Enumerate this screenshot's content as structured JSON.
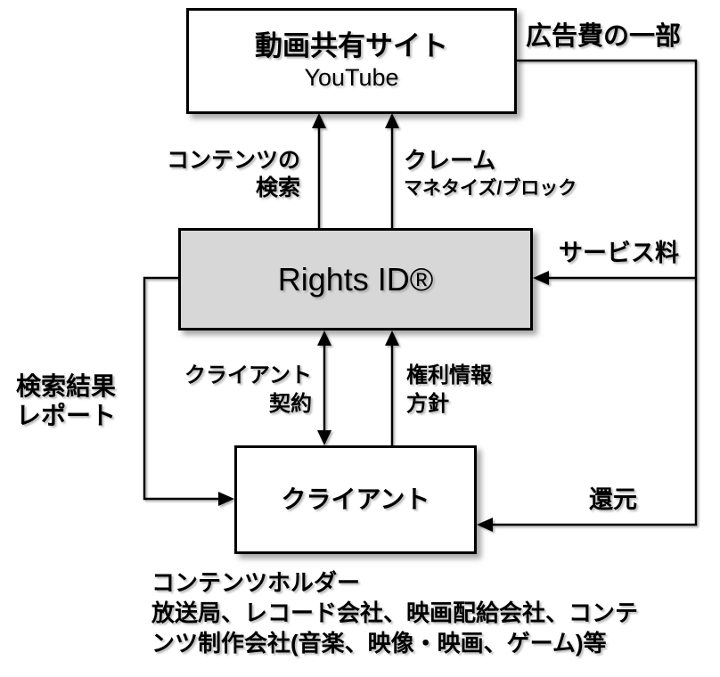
{
  "diagram": {
    "nodes": {
      "video_site": {
        "title": "動画共有サイト",
        "subtitle": "YouTube"
      },
      "rights_id": {
        "title": "Rights ID®"
      },
      "client": {
        "title": "クライアント"
      }
    },
    "labels": {
      "ad_fee": "広告費の一部",
      "content_search": "コンテンツの\n検索",
      "claim": "クレーム",
      "claim_sub": "マネタイズ/ブロック",
      "service_fee": "サービス料",
      "search_report": "検索結果\nレポート",
      "client_contract": "クライアント\n契約",
      "rights_policy": "権利情報\n方針",
      "return": "還元",
      "note": "コンテンツホルダー\n放送局、レコード会社、映画配給会社、コンテ\nンツ制作会社(音楽、映像・映画、ゲーム)等"
    },
    "colors": {
      "rights_box_fill": "#d7d7d7",
      "box_border": "#000000",
      "line": "#000000",
      "background": "#ffffff"
    }
  }
}
